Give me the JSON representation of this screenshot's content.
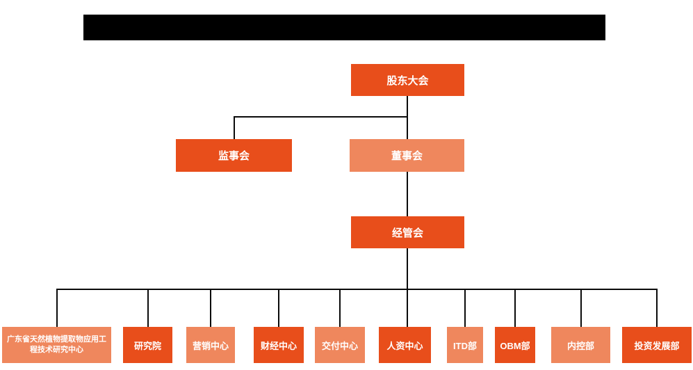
{
  "colors": {
    "primary": "#E84E1B",
    "secondary": "#EF875D",
    "line": "#0a0a0a",
    "text": "#FFFFFF",
    "redacted": "#000000"
  },
  "org": {
    "root": {
      "label": "股东大会",
      "variant": "primary"
    },
    "level2": [
      {
        "label": "监事会",
        "variant": "primary"
      },
      {
        "label": "董事会",
        "variant": "secondary"
      }
    ],
    "level3": {
      "label": "经管会",
      "variant": "primary"
    },
    "departments": [
      {
        "label": "广东省天然植物提取物应用工程技术研究中心",
        "variant": "secondary"
      },
      {
        "label": "研究院",
        "variant": "primary"
      },
      {
        "label": "营销中心",
        "variant": "secondary"
      },
      {
        "label": "财经中心",
        "variant": "primary"
      },
      {
        "label": "交付中心",
        "variant": "secondary"
      },
      {
        "label": "人资中心",
        "variant": "primary"
      },
      {
        "label": "ITD部",
        "variant": "secondary"
      },
      {
        "label": "OBM部",
        "variant": "primary"
      },
      {
        "label": "内控部",
        "variant": "secondary"
      },
      {
        "label": "投资发展部",
        "variant": "primary"
      }
    ]
  }
}
